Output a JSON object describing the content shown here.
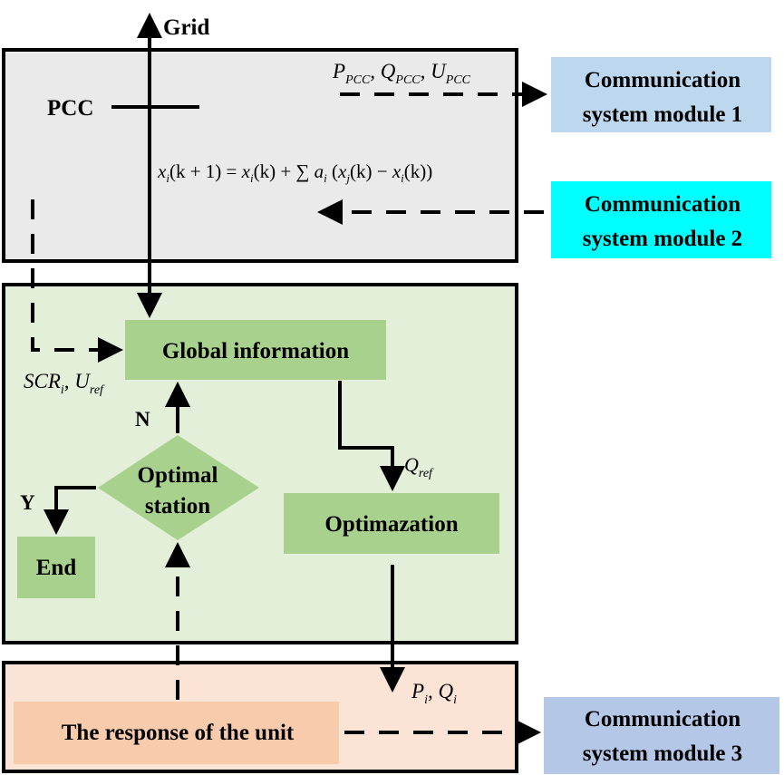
{
  "labels": {
    "grid": "Grid",
    "pcc": "PCC",
    "n": "N",
    "y": "Y"
  },
  "blocks": {
    "global_information": "Global information",
    "optimization": "Optimazation",
    "end": "End",
    "optimal_line1": "Optimal",
    "optimal_line2": "station",
    "response_unit": "The response of the unit"
  },
  "modules": {
    "m1_line1": "Communication",
    "m1_line2": "system module 1",
    "m2_line1": "Communication",
    "m2_line2": "system module 2",
    "m3_line1": "Communication",
    "m3_line2": "system module 3"
  },
  "math": {
    "pcc_signals": {
      "P": "P",
      "P_sub": "PCC",
      "Q": "Q",
      "Q_sub": "PCC",
      "U": "U",
      "U_sub": "PCC"
    },
    "consensus": {
      "a": "x",
      "a_sub": "i",
      "b": "(k + 1) = ",
      "c": "x",
      "c_sub": "i",
      "d": "(k) + ∑ ",
      "e": "a",
      "e_sub": "i",
      "f": " (",
      "g": "x",
      "g_sub": "j",
      "h": "(k) − ",
      "i": "x",
      "i_sub": "i",
      "j": "(k))"
    },
    "scr": {
      "a": "SCR",
      "a_sub": "i",
      "b": ", ",
      "c": "U",
      "c_sub": "ref"
    },
    "qref": {
      "a": "Q",
      "a_sub": "ref"
    },
    "piqi": {
      "a": "P",
      "a_sub": "i",
      "b": ", ",
      "c": "Q",
      "c_sub": "i"
    }
  },
  "colors": {
    "top_panel": "#eaeaea",
    "middle_panel": "#e3efd9",
    "bottom_panel": "#fbe4d6",
    "green_block": "#a9d18e",
    "orange_block": "#f8cbad",
    "module_1": "#bdd7ee",
    "module_2": "#00ffff",
    "module_3": "#b4c7e7"
  }
}
